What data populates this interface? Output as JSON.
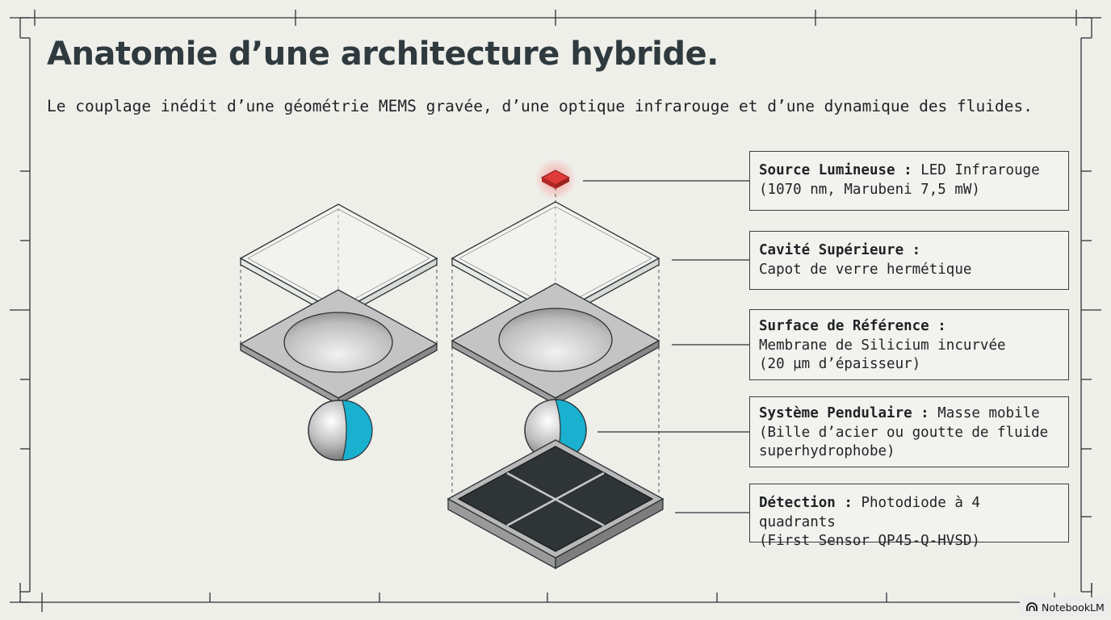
{
  "title": "Anatomie d’une architecture hybride.",
  "subtitle": "Le couplage inédit d’une géométrie MEMS gravée, d’une optique infrarouge et d’une dynamique des fluides.",
  "callouts": [
    {
      "label": "Source Lumineuse :",
      "desc": " LED Infrarouge\n(1070 nm, Marubeni 7,5 mW)"
    },
    {
      "label": "Cavité Supérieure :",
      "desc": "\nCapot de verre hermétique"
    },
    {
      "label": "Surface de Référence :",
      "desc": "\nMembrane de Silicium incurvée\n(20 µm d’épaisseur)"
    },
    {
      "label": "Système Pendulaire :",
      "desc": " Masse mobile\n(Bille d’acier ou goutte de fluide\nsuperhydrophobe)"
    },
    {
      "label": "Détection :",
      "desc": " Photodiode à 4 quadrants\n(First Sensor QP45-Q-HVSD)"
    }
  ],
  "badge": {
    "text": "NotebookLM",
    "icon": "notebooklm-logo-icon"
  },
  "colors": {
    "background": "#efefea",
    "line": "#2c3236",
    "led": "#e03a3a",
    "ball_accent": "#1ab0cf",
    "membrane": "#bdbdbd",
    "detector": "#2f3437"
  }
}
